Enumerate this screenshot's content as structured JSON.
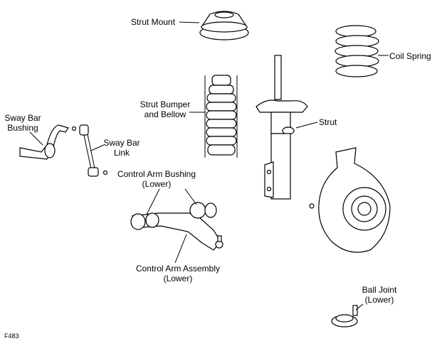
{
  "labels": {
    "strut_mount": "Strut Mount",
    "coil_spring": "Coil Spring",
    "strut_bumper_line1": "Strut Bumper",
    "strut_bumper_line2": "and Bellow",
    "strut": "Strut",
    "sway_bar_bushing_line1": "Sway Bar",
    "sway_bar_bushing_line2": "Bushing",
    "sway_bar_link_line1": "Sway Bar",
    "sway_bar_link_line2": "Link",
    "control_arm_bushing_line1": "Control Arm Bushing",
    "control_arm_bushing_line2": "(Lower)",
    "control_arm_assembly_line1": "Control Arm Assembly",
    "control_arm_assembly_line2": "(Lower)",
    "ball_joint_line1": "Ball Joint",
    "ball_joint_line2": "(Lower)",
    "figure_id": "F483"
  }
}
